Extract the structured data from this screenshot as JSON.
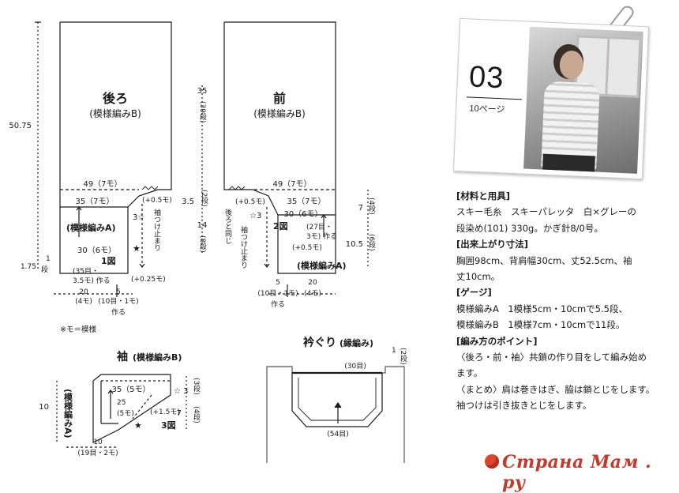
{
  "diagram": {
    "back": {
      "title": "後ろ",
      "subtitle": "(模様編みB)",
      "width_label": "49（7モ）",
      "height_label": "50.75",
      "lower_width": "35（7モ）",
      "patternA": "(模様編みA)",
      "lower_bottom": "30（6モ）",
      "fig": "1図",
      "star3": "3☆",
      "star": "★",
      "sleeve_stop": "袖つけ止まり",
      "plus05": "(+0.5モ)",
      "plus025": "(+0.25モ)",
      "cast1": "(35目・",
      "cast2": "3.5モ) 作る",
      "bottom20": "20",
      "bottom20u": "(4モ)",
      "bottom5": "5",
      "bottom5u": "(10目・1モ)",
      "make": "作る",
      "side175": "1.75",
      "side1": "1",
      "side_dan": "段"
    },
    "front": {
      "title": "前",
      "subtitle": "(模様編みB)",
      "width_label": "49（7モ）",
      "h35": "35",
      "h39": "(39段)",
      "h35dan": "3.5",
      "h2": "(2段)",
      "h14": "14",
      "h8": "(8段)",
      "lower_width": "35（7モ）",
      "w30": "30（6モ）",
      "plus05a": "(+0.5モ)",
      "star3": "☆3",
      "back_same": "後ろと同じ",
      "sleeve_stop": "袖つけ止まり",
      "fig": "2図",
      "row27": "(27目・",
      "row27b": "3モ) 作る",
      "plus05b": "(+0.5モ)",
      "patternA": "(模様編みA)",
      "r7": "7",
      "r4": "(4段)",
      "r105": "10.5",
      "r6": "(6段)",
      "b5": "5",
      "b5u": "(10目・1モ)",
      "make": "作る",
      "b20": "20",
      "b20u": "(4モ)"
    },
    "note": "※モ＝模様",
    "sleeve": {
      "title": "袖",
      "subtitle": "(模様編みB)",
      "w35": "35（5モ）",
      "w25": "25",
      "w25u": "(5モ)",
      "plus15": "(+1.5モ)",
      "fig": "3図",
      "star": "★",
      "star3": "☆ 3",
      "h3": "(3段)",
      "h7": "7",
      "h4": "(4段)",
      "h10": "10",
      "patternA": "(模様編みA)",
      "b10": "10",
      "b10u": "(19目・2モ)"
    },
    "collar": {
      "title": "衿ぐり",
      "subtitle": "(縁編み)",
      "top": "(30目)",
      "right1": "1",
      "right2": "(2段)",
      "bottom": "(54目)"
    }
  },
  "card": {
    "number": "03",
    "page": "10ページ"
  },
  "info_lines": [
    {
      "text": "[材料と用具]",
      "heading": true
    },
    {
      "text": "スキー毛糸　スキーパレッタ　白×グレーの",
      "heading": false
    },
    {
      "text": "段染め(101) 330g。かぎ針8/0号。",
      "heading": false
    },
    {
      "text": "[出来上がり寸法]",
      "heading": true
    },
    {
      "text": "胸囲98cm、背肩幅30cm、丈52.5cm、袖",
      "heading": false
    },
    {
      "text": "丈10cm。",
      "heading": false
    },
    {
      "text": "[ゲージ]",
      "heading": true
    },
    {
      "text": "模様編みA　1模様5cm・10cmで5.5段、",
      "heading": false
    },
    {
      "text": "模様編みB　1模様7cm・10cmで11段。",
      "heading": false
    },
    {
      "text": "[編み方のポイント]",
      "heading": true
    },
    {
      "text": "〈後ろ・前・袖〉共鎖の作り目をして編み始め",
      "heading": false
    },
    {
      "text": "ます。",
      "heading": false
    },
    {
      "text": "〈まとめ〉肩は巻きはぎ、脇は鎖とじをします。",
      "heading": false
    },
    {
      "text": "袖つけは引き抜きとじをします。",
      "heading": false
    }
  ],
  "watermark": "Страна Мам . ру"
}
